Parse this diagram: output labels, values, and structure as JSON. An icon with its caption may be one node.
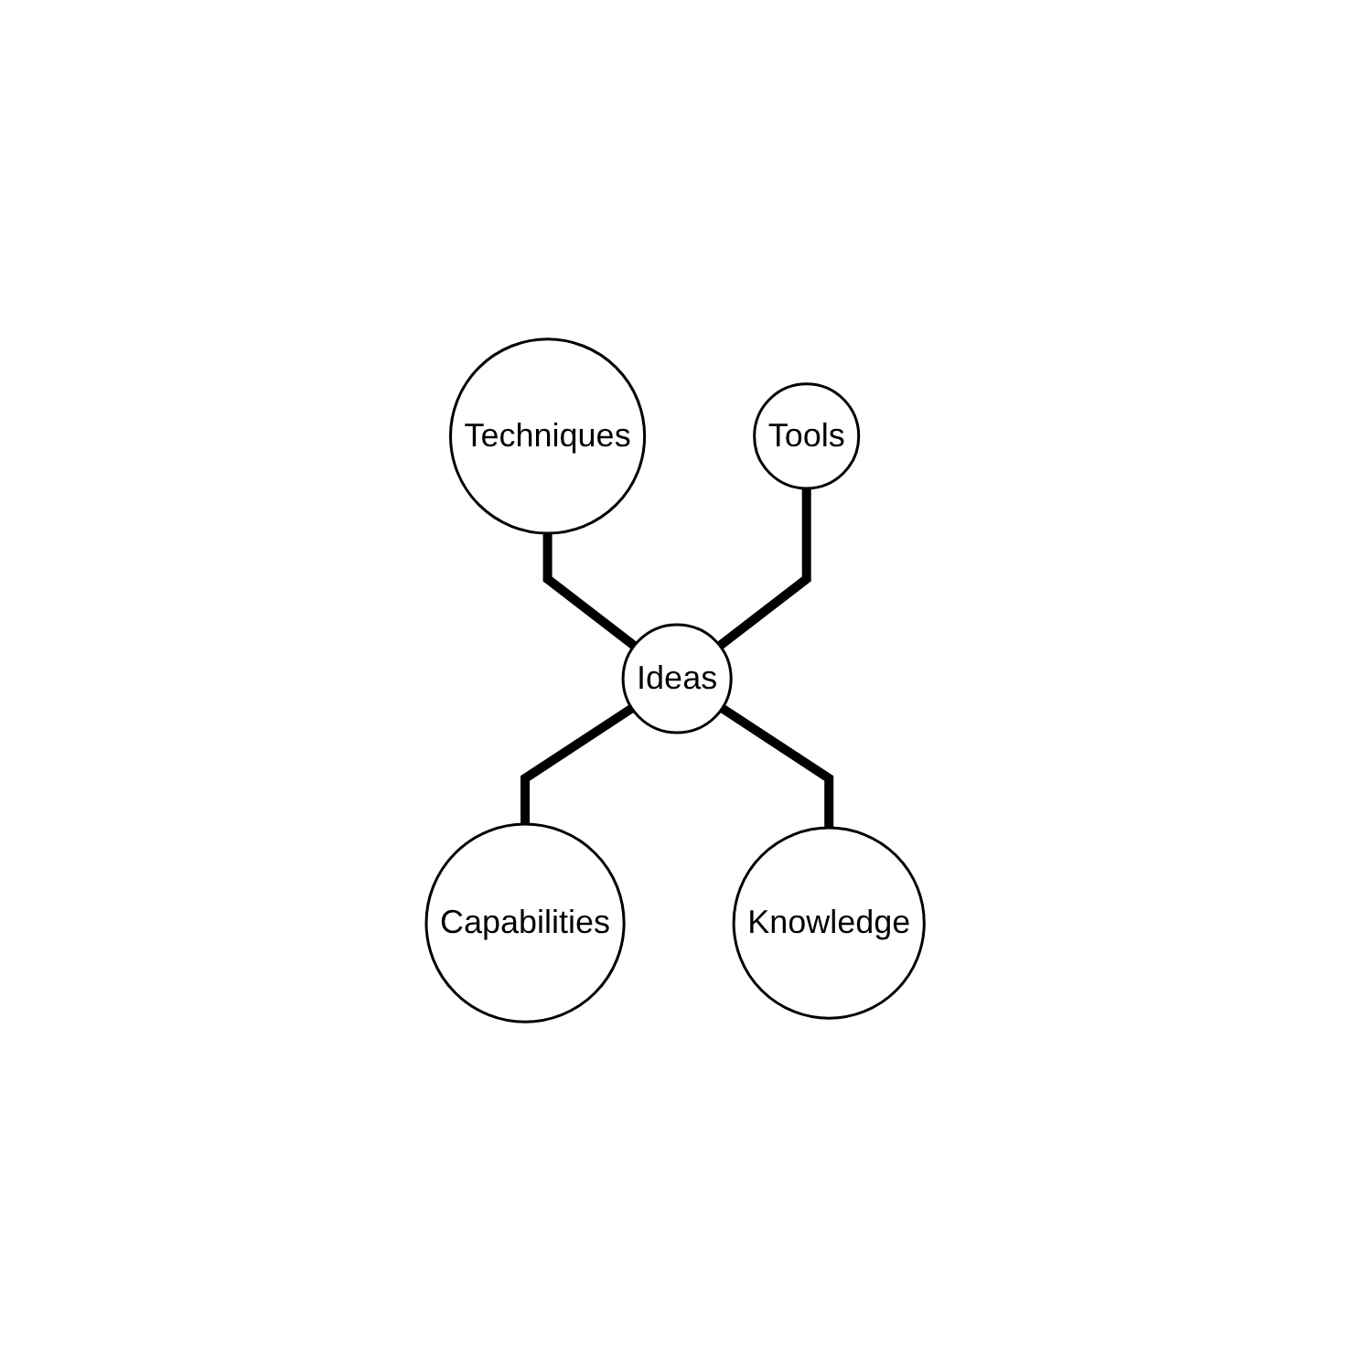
{
  "diagram": {
    "nodes": [
      {
        "text": [
          "Techniques"
        ]
      },
      {
        "text": [
          "Tools"
        ]
      },
      {
        "text": [
          "Ideas"
        ]
      },
      {
        "text": [
          "Capabilities"
        ]
      },
      {
        "text": [
          "Knowledge"
        ]
      }
    ],
    "edges": [
      {
        "from": 0,
        "to": 2,
        "arrow": "none"
      },
      {
        "from": 1,
        "to": 2,
        "arrow": "none"
      },
      {
        "from": 2,
        "to": 3,
        "arrow": "none"
      },
      {
        "from": 2,
        "to": 4,
        "arrow": "none"
      }
    ]
  }
}
